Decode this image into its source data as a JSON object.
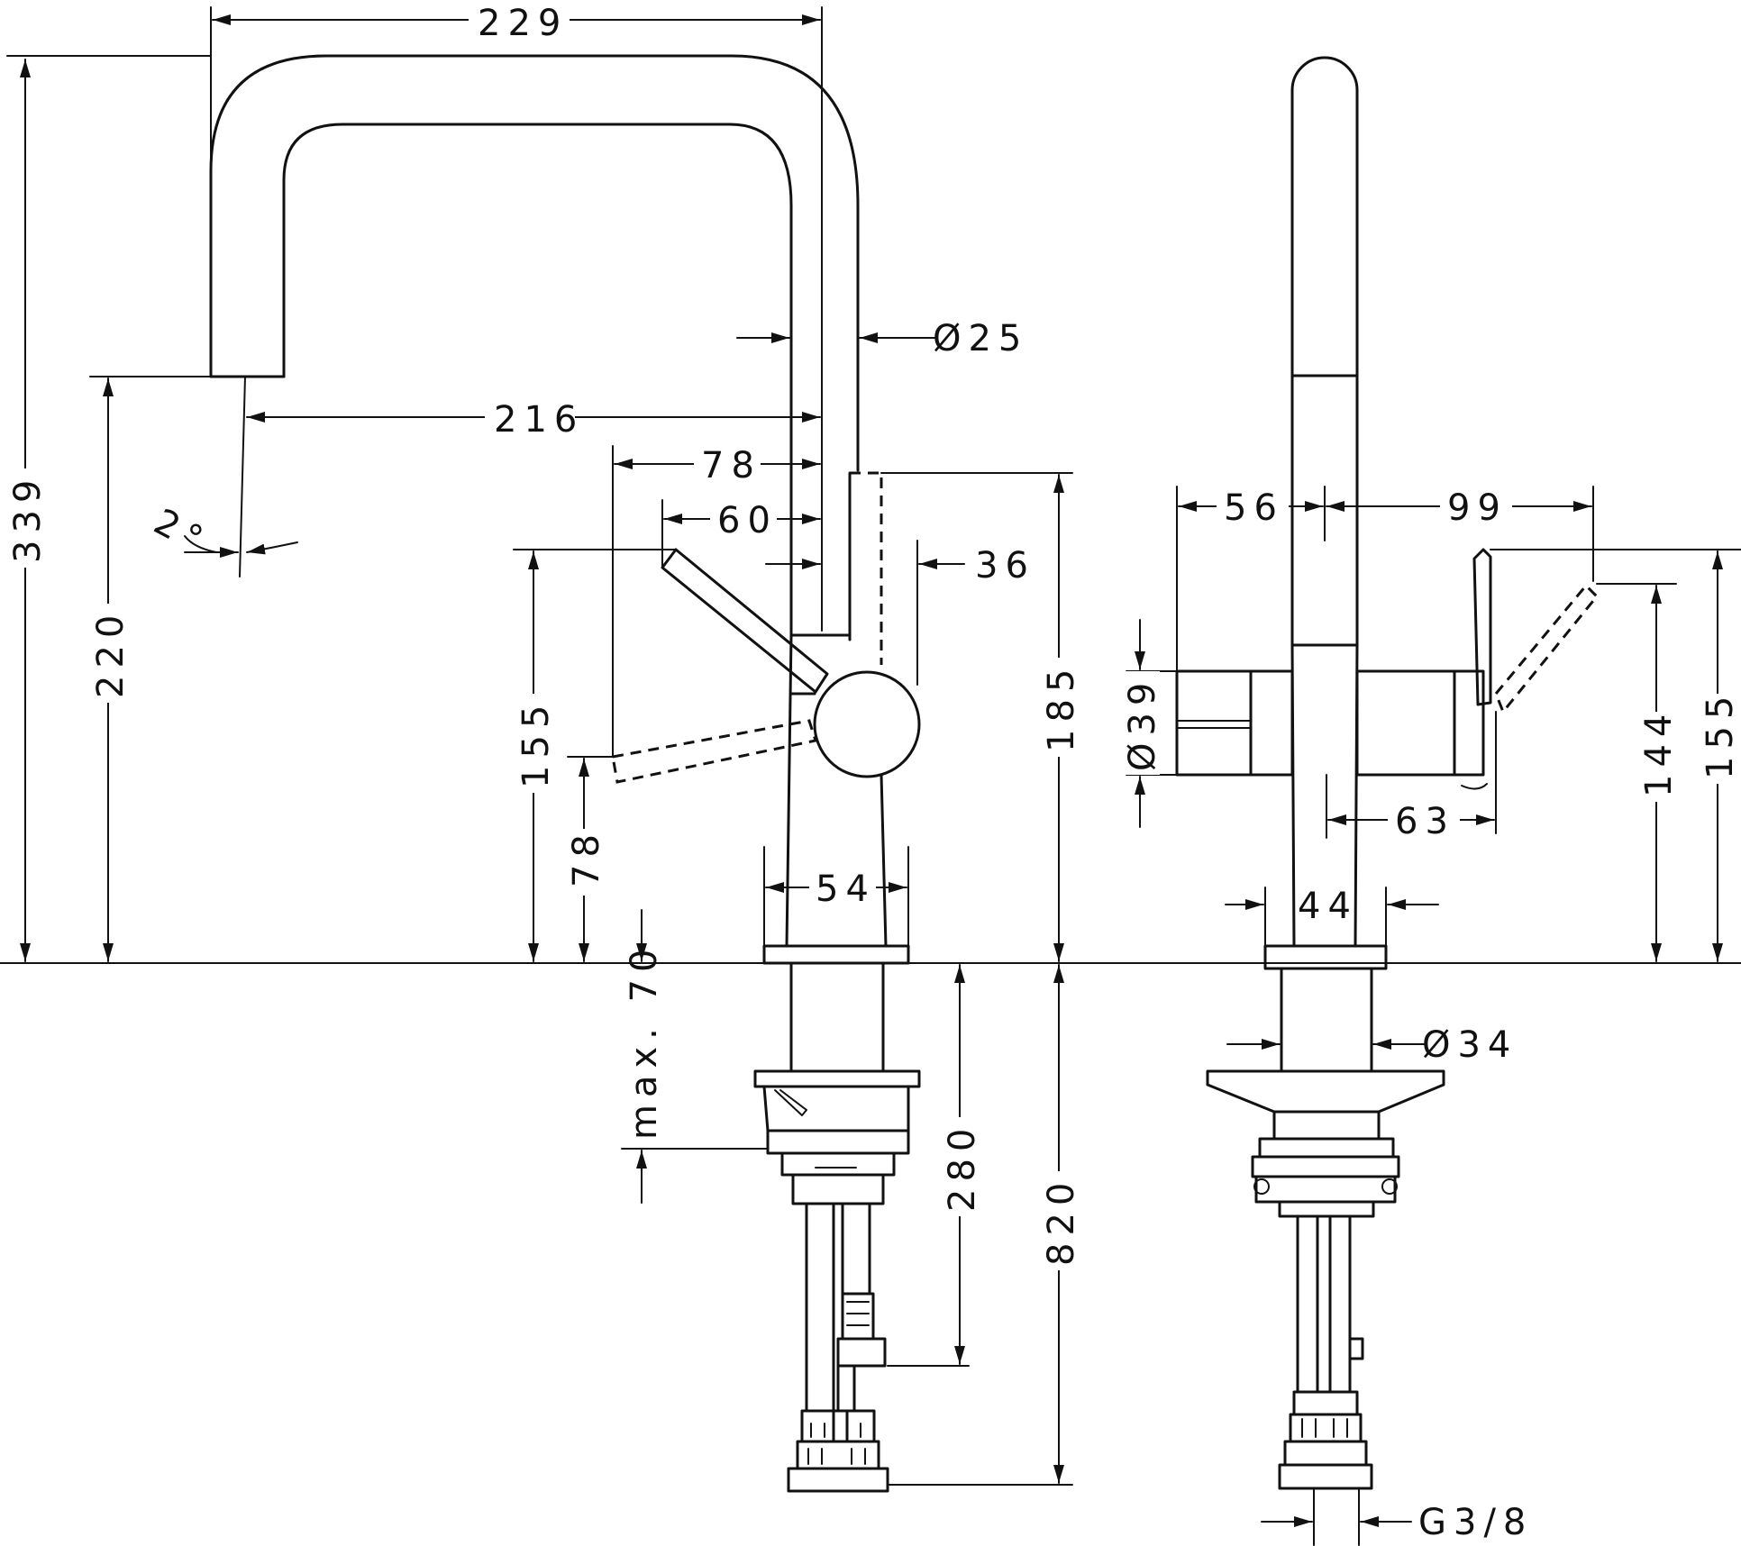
{
  "side_view": {
    "dim_229": "229",
    "dim_339": "339",
    "dim_220": "220",
    "dim_216": "216",
    "dim_d25": "Ø25",
    "dim_78_top": "78",
    "dim_60": "60",
    "dim_36": "36",
    "dim_2deg": "2°",
    "dim_155": "155",
    "dim_78_left": "78",
    "dim_185": "185",
    "dim_54": "54",
    "dim_max70": "max. 70",
    "dim_280": "280",
    "dim_820": "820"
  },
  "front_view": {
    "dim_56": "56",
    "dim_99": "99",
    "dim_d39": "Ø39",
    "dim_63": "63",
    "dim_44": "44",
    "dim_144": "144",
    "dim_155": "155",
    "dim_d34": "Ø34",
    "dim_g38": "G3/8"
  }
}
